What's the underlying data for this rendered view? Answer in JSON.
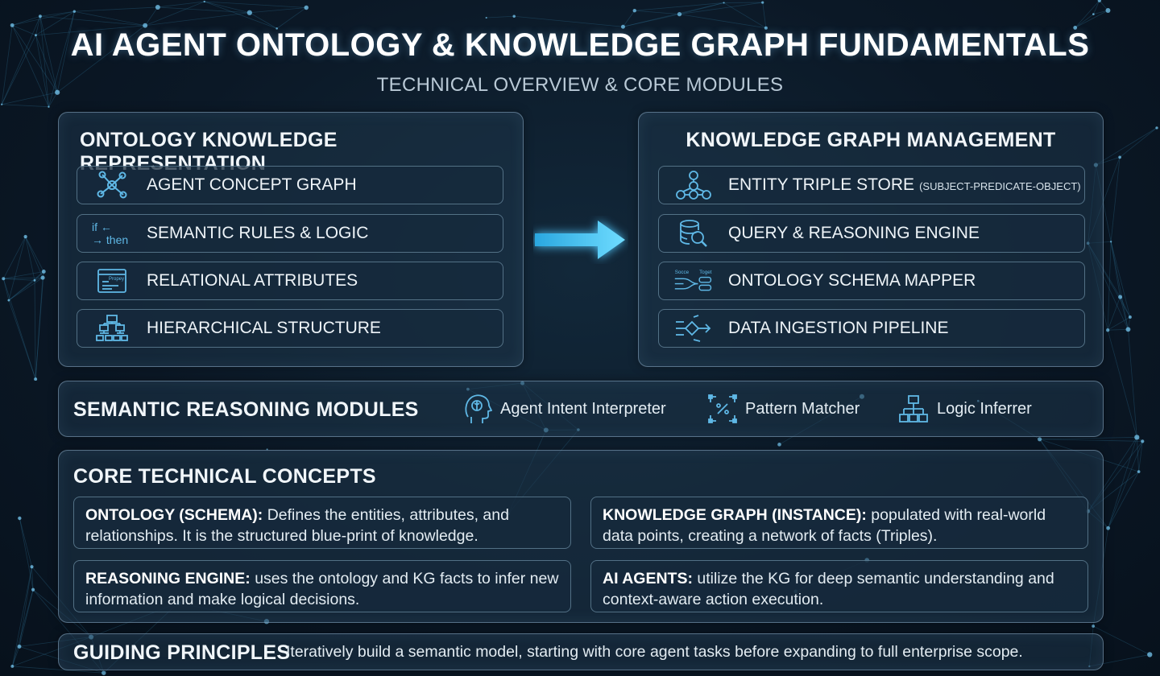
{
  "header": {
    "title": "AI AGENT ONTOLOGY & KNOWLEDGE GRAPH FUNDAMENTALS",
    "subtitle": "TECHNICAL OVERVIEW & CORE MODULES"
  },
  "ontology_panel": {
    "title": "ONTOLOGY KNOWLEDGE REPRESENTATION",
    "items": [
      {
        "label": "AGENT CONCEPT GRAPH",
        "icon": "network-graph-icon"
      },
      {
        "label": "SEMANTIC RULES & LOGIC",
        "icon": "if-then-icon"
      },
      {
        "label": "RELATIONAL ATTRIBUTES",
        "icon": "property-window-icon"
      },
      {
        "label": "HIERARCHICAL STRUCTURE",
        "icon": "hierarchy-icon"
      }
    ]
  },
  "kg_panel": {
    "title": "KNOWLEDGE GRAPH MANAGEMENT",
    "items": [
      {
        "label": "ENTITY TRIPLE STORE",
        "note": "(SUBJECT-PREDICATE-OBJECT)",
        "icon": "triple-nodes-icon"
      },
      {
        "label": "QUERY & REASONING ENGINE",
        "icon": "database-search-icon"
      },
      {
        "label": "ONTOLOGY SCHEMA MAPPER",
        "icon": "source-target-mapper-icon"
      },
      {
        "label": "DATA INGESTION PIPELINE",
        "icon": "pipeline-icon"
      }
    ]
  },
  "icon_text": {
    "if": "if ←",
    "then": "→ then",
    "props": "Propey",
    "source": "Socce",
    "target": "Toget"
  },
  "reasoning": {
    "title": "SEMANTIC REASONING MODULES",
    "modules": [
      {
        "label": "Agent Intent Interpreter",
        "icon": "brain-head-icon"
      },
      {
        "label": "Pattern Matcher",
        "icon": "pattern-frame-icon"
      },
      {
        "label": "Logic Inferrer",
        "icon": "logic-tree-icon"
      }
    ]
  },
  "core": {
    "title": "CORE TECHNICAL CONCEPTS",
    "concepts": [
      {
        "term": "ONTOLOGY (SCHEMA):",
        "text": " Defines the entities, attributes, and relationships. It is the structured blue-print of knowledge."
      },
      {
        "term": "KNOWLEDGE GRAPH (INSTANCE):",
        "text": " populated with real-world data points, creating a network of facts (Triples)."
      },
      {
        "term": "REASONING ENGINE:",
        "text": " uses the ontology and KG facts to infer new information and make logical decisions."
      },
      {
        "term": "AI AGENTS:",
        "text": " utilize the KG for deep semantic understanding and context-aware action execution."
      }
    ]
  },
  "principles": {
    "title": "GUIDING PRINCIPLES",
    "text": "Iteratively build a semantic model, starting with core agent tasks before expanding to full enterprise scope."
  },
  "colors": {
    "accent": "#4fc3f7",
    "icon": "#5fb8e6",
    "background": "#0b1826"
  }
}
